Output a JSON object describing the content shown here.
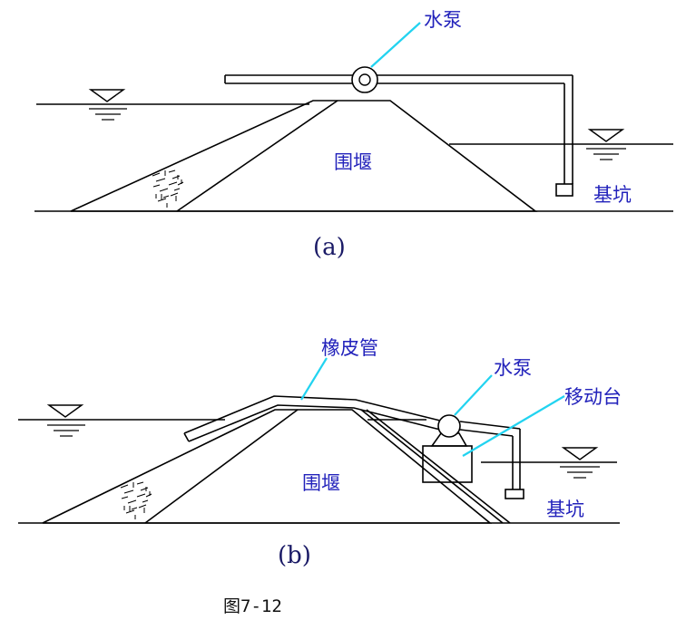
{
  "panel_a": {
    "pump_label": "水泵",
    "dam_label": "围堰",
    "pit_label": "基坑",
    "caption": "(a)"
  },
  "panel_b": {
    "hose_label": "橡皮管",
    "pump_label": "水泵",
    "platform_label": "移动台",
    "dam_label": "围堰",
    "pit_label": "基坑",
    "caption": "(b)"
  },
  "figure_number": "图7-12",
  "colors": {
    "label_text": "#2222bb",
    "leader_line": "#22d3f0",
    "line": "#000000"
  }
}
